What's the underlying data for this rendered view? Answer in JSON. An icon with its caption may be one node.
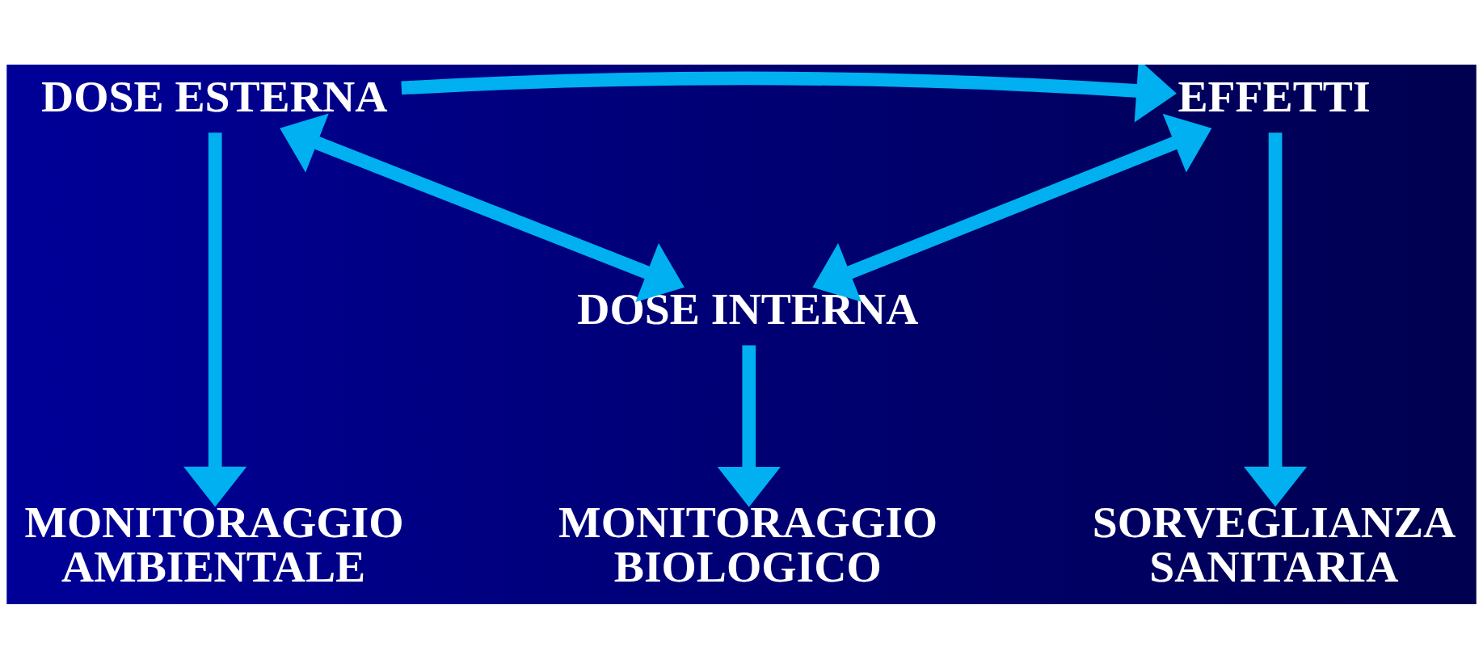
{
  "diagram": {
    "nodes": [
      {
        "text": [
          "DOSE ESTERNA"
        ]
      },
      {
        "text": [
          "EFFETTI"
        ]
      },
      {
        "text": [
          "DOSE INTERNA"
        ]
      },
      {
        "text": [
          "MONITORAGGIO AMBIENTALE"
        ]
      },
      {
        "text": [
          "MONITORAGGIO BIOLOGICO"
        ]
      },
      {
        "text": [
          "SORVEGLIANZA SANITARIA"
        ]
      }
    ],
    "edges": [
      {
        "from": 0,
        "to": 1,
        "arrow": "to"
      },
      {
        "from": 0,
        "to": 2,
        "arrow": "both"
      },
      {
        "from": 1,
        "to": 2,
        "arrow": "both"
      },
      {
        "from": 0,
        "to": 3,
        "arrow": "to"
      },
      {
        "from": 2,
        "to": 4,
        "arrow": "to"
      },
      {
        "from": 1,
        "to": 5,
        "arrow": "to"
      }
    ]
  }
}
